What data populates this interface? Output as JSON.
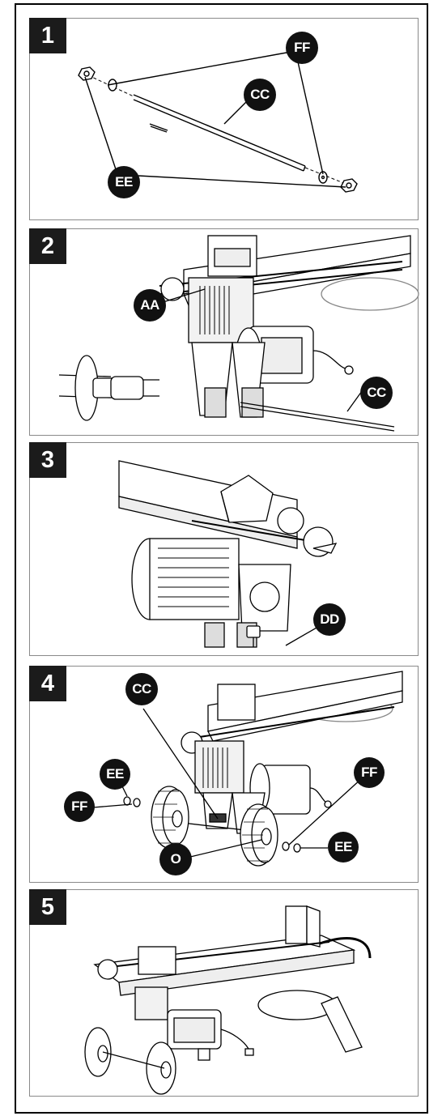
{
  "steps": [
    {
      "number": "1",
      "callouts": [
        "FF",
        "CC",
        "EE"
      ]
    },
    {
      "number": "2",
      "callouts": [
        "AA",
        "CC"
      ]
    },
    {
      "number": "3",
      "callouts": [
        "DD"
      ]
    },
    {
      "number": "4",
      "callouts": [
        "CC",
        "EE",
        "FF",
        "O",
        "FF",
        "EE"
      ]
    },
    {
      "number": "5",
      "callouts": []
    }
  ],
  "colors": {
    "line": "#000000",
    "panel_border": "#8a8a8a",
    "badge": "#111111",
    "badge_text": "#ffffff"
  }
}
